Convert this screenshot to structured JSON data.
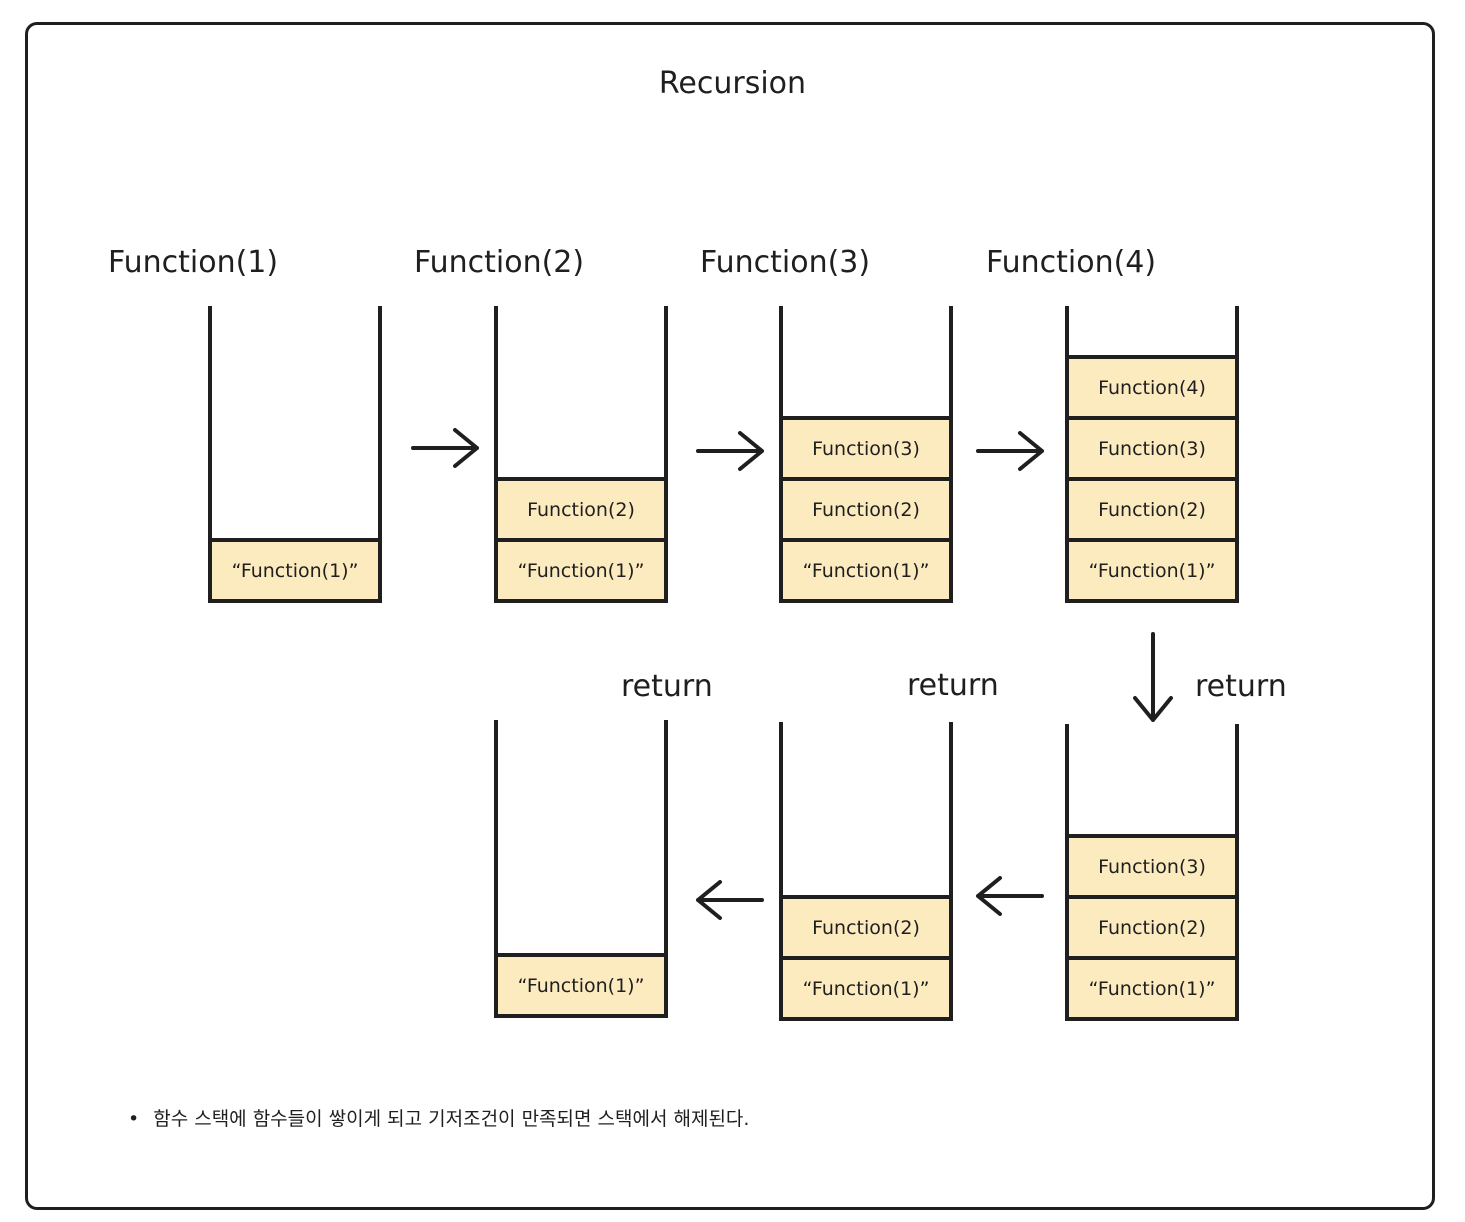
{
  "title": "Recursion",
  "call_labels": [
    "Function(1)",
    "Function(2)",
    "Function(3)",
    "Function(4)"
  ],
  "return_label": "return",
  "stacks": {
    "s1": [
      "“Function(1)”"
    ],
    "s2": [
      "Function(2)",
      "“Function(1)”"
    ],
    "s3": [
      "Function(3)",
      "Function(2)",
      "“Function(1)”"
    ],
    "s4": [
      "Function(4)",
      "Function(3)",
      "Function(2)",
      "“Function(1)”"
    ],
    "r1": [
      "Function(3)",
      "Function(2)",
      "“Function(1)”"
    ],
    "r2": [
      "Function(2)",
      "“Function(1)”"
    ],
    "r3": [
      "“Function(1)”"
    ]
  },
  "note": {
    "bullet": "•",
    "text": "함수 스택에 함수들이 쌓이게 되고 기저조건이 만족되면 스택에서 해제된다."
  },
  "colors": {
    "frame_fill": "#fdebc0",
    "stroke": "#1f1f1f"
  }
}
